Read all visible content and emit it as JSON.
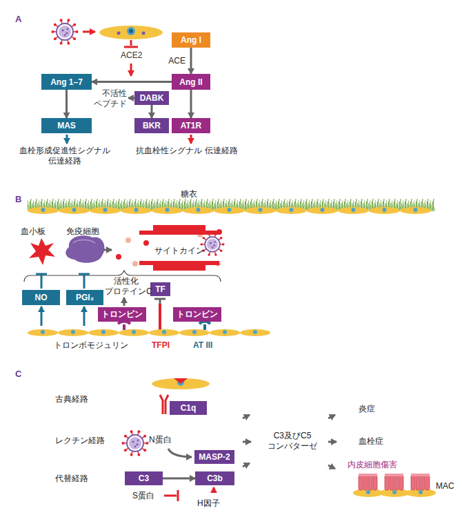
{
  "diagram": {
    "nodes": [
      {
        "text": [
          "Ang I"
        ]
      },
      {
        "text": [
          "Ang II"
        ]
      },
      {
        "text": [
          "Ang 1–7"
        ]
      },
      {
        "text": [
          "DABK"
        ]
      },
      {
        "text": [
          "MAS"
        ]
      },
      {
        "text": [
          "BKR"
        ]
      },
      {
        "text": [
          "AT1R"
        ]
      },
      {
        "text": [
          "NO"
        ]
      },
      {
        "text": [
          "PGI₂"
        ]
      },
      {
        "text": [
          "TF"
        ]
      },
      {
        "text": [
          "トロンビン"
        ]
      },
      {
        "text": [
          "トロンビン"
        ]
      },
      {
        "text": [
          "C1q"
        ]
      },
      {
        "text": [
          "MASP-2"
        ]
      },
      {
        "text": [
          "C3"
        ]
      },
      {
        "text": [
          "C3b"
        ]
      }
    ],
    "edges": [
      {
        "from": 0,
        "to": 1,
        "label": "ACE",
        "arrow": "to"
      },
      {
        "from": 1,
        "to": 2,
        "arrow": "to"
      },
      {
        "from": 2,
        "to": 4,
        "arrow": "to"
      },
      {
        "from": 1,
        "to": 6,
        "arrow": "to"
      },
      {
        "from": 3,
        "to": 5,
        "arrow": "to"
      },
      {
        "from": 14,
        "to": 15,
        "arrow": "to"
      }
    ],
    "labels": [
      "A",
      "ACE2",
      "不活性 ペプチド",
      "血栓形成促進性シグナル 伝達経路",
      "抗血栓性シグナル 伝達経路",
      "B",
      "糖衣",
      "血小板",
      "免疫細胞",
      "サイトカイン",
      "活性化 プロテインC",
      "トロンボモジュリン",
      "TFPI",
      "AT III",
      "C",
      "古典経路",
      "レクチン経路",
      "N蛋白",
      "代替経路",
      "S蛋白",
      "H因子",
      "C3及びC5 コンバターゼ",
      "炎症",
      "血栓症",
      "内皮細胞傷害",
      "MAC"
    ]
  }
}
